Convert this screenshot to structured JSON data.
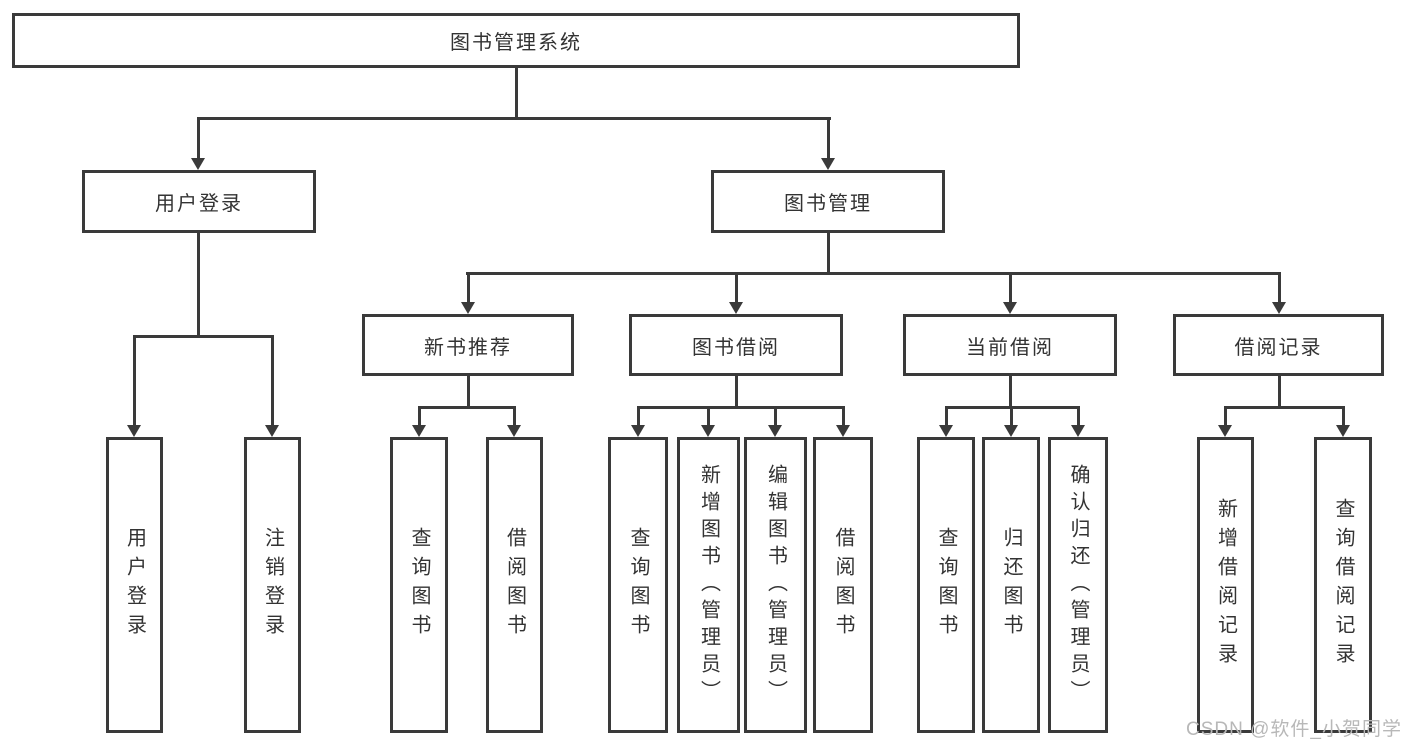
{
  "diagram": {
    "root": {
      "label": "图书管理系统",
      "children": [
        {
          "label": "用户登录",
          "children": [
            {
              "label": "用户登录"
            },
            {
              "label": "注销登录"
            }
          ]
        },
        {
          "label": "图书管理",
          "children": [
            {
              "label": "新书推荐",
              "children": [
                {
                  "label": "查询图书"
                },
                {
                  "label": "借阅图书"
                }
              ]
            },
            {
              "label": "图书借阅",
              "children": [
                {
                  "label": "查询图书"
                },
                {
                  "label": "新增图书（管理员）"
                },
                {
                  "label": "编辑图书（管理员）"
                },
                {
                  "label": "借阅图书"
                }
              ]
            },
            {
              "label": "当前借阅",
              "children": [
                {
                  "label": "查询图书"
                },
                {
                  "label": "归还图书"
                },
                {
                  "label": "确认归还（管理员）"
                }
              ]
            },
            {
              "label": "借阅记录",
              "children": [
                {
                  "label": "新增借阅记录"
                },
                {
                  "label": "查询借阅记录"
                }
              ]
            }
          ]
        }
      ]
    }
  },
  "watermark": {
    "text": "CSDN @软件_小贺同学"
  },
  "colors": {
    "line": "#3a3a3a",
    "text": "#333333",
    "watermark": "#b8b8b8",
    "background": "#ffffff"
  }
}
